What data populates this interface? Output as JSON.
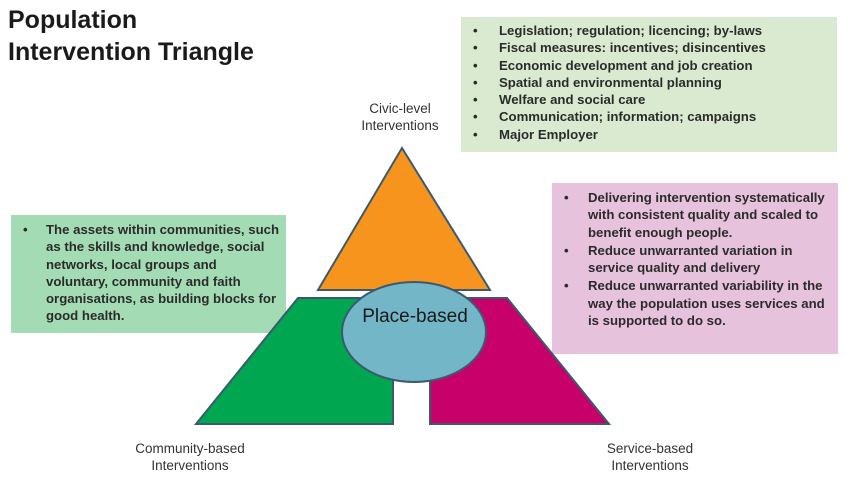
{
  "title": {
    "line1": "Population",
    "line2": "Intervention Triangle"
  },
  "civic": {
    "label_line1": "Civic-level",
    "label_line2": "Interventions",
    "items": [
      "Legislation; regulation; licencing; by-laws",
      "Fiscal measures: incentives; disincentives",
      "Economic development and job creation",
      "Spatial and environmental planning",
      "Welfare and social care",
      "Communication; information; campaigns",
      "Major Employer"
    ]
  },
  "service": {
    "label_line1": "Service-based",
    "label_line2": "Interventions",
    "items": [
      "Delivering intervention systematically with consistent quality and scaled to benefit enough people.",
      "Reduce unwarranted variation in service quality and delivery",
      "Reduce unwarranted variability in the way the population uses services and is supported to do so."
    ]
  },
  "community": {
    "label_line1": "Community-based",
    "label_line2": "Interventions",
    "items": [
      "The assets within communities, such as the skills and knowledge, social networks, local groups and voluntary, community and faith organisations, as building blocks for good health."
    ]
  },
  "center": {
    "label": "Place-based"
  },
  "colors": {
    "civic": "#f7941d",
    "community": "#00a650",
    "service": "#c8006a",
    "center": "#72b6c7",
    "outline": "#3b5a6e"
  }
}
